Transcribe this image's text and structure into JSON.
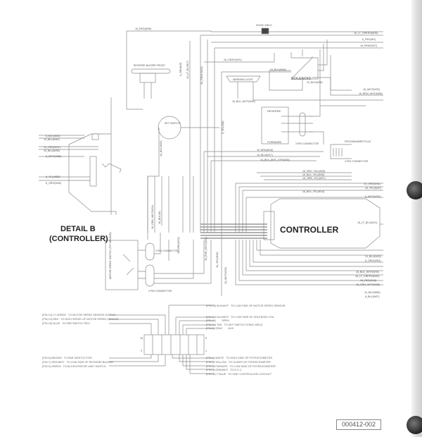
{
  "title": {
    "line1": "DETAIL B",
    "line2": "(CONTROLLER)"
  },
  "reference_number": "000412-002",
  "components": {
    "controller": "CONTROLLER",
    "solenoid": "SOLENOID",
    "warning_light": "WARNING LIGHT",
    "sonic_weld_top": "SONIC WELD",
    "reverse": "REVERSE",
    "forward": "FORWARD",
    "three_pin_connector": "3 PIN CONNECTOR",
    "programmer_plug": "PROGRAMMER PLUG",
    "four_pin_connector": "4 PIN CONNECTOR",
    "reverse_buzzer": "REVERSE BUZZER FRONT",
    "key_switch": "KEY SWITCH",
    "motor_speed_sensor": "MOTOR SPEED SWITCH (ITS SENSOR)",
    "two_pin_connector": "2 PIN CONNECTOR",
    "three_pin_connector_lower": "3 PIN CONNECTOR"
  },
  "wire_labels": {
    "top_left": "16_RED(W36)",
    "top_right": [
      "16_LT_GREEN(W35)",
      "6_RED(W1)",
      "16_PINK(W37)"
    ],
    "gray_wire": "16_GRAY(W31)",
    "solenoid_left": "10_BLK(W36)",
    "solenoid_right": "10_BLK(W35)",
    "right_mid": [
      "16_WHT(W32)",
      "16_BRN_WHT(W38)"
    ],
    "blk_wht": "16_BLK_WHT(W30)",
    "brn": "16_BRN(W16)",
    "blu": "16_BLU(W17)",
    "blk_wht_stp": "16_BLK_WHT_STP(W28)",
    "vertical_orange": "6_ORANGE",
    "vertical_lt_blue": "16_LT_BLUE(T)",
    "vertical_yel": "6_YEL(W8)",
    "vertical_gray": "16_GRAY(W23)",
    "vertical_blk": "16_BLK(W20)",
    "controller_inputs": [
      "16_RED_YEL(W25)",
      "16_BLK_YEL(W26)",
      "16_GRN_YEL(W27)"
    ],
    "blk_yel": "16_BLK_YEL(W14)",
    "right_controller": [
      "10_ORG(W51)",
      "16_YEL(W10)",
      "8_WHT(W52)",
      "16_LT_BLU(W11)",
      "10_BLU(W53)",
      "8_ORG(W54)",
      "16_BLK_WHT(W39)",
      "16_LT_GREEN(W40)",
      "16_RED(W18)",
      "16_GRN_WHT(W28)",
      "10_BLK(W56)",
      "8_BLK(W57)"
    ],
    "left_detail": [
      "6_BLK(W50)",
      "10_BLK(W49)",
      "10_ORG(W47)",
      "10_BLU(W55)",
      "6_WHT(W56)",
      "6_YEL(W58)",
      "6_ORG(W59)"
    ],
    "lower_vertical": [
      "16_GRN_WHT(W34)",
      "16_BLK(W)",
      "16_GRN(W22)",
      "16_PUR_WHT(W29)",
      "16_YEL(W19)",
      "16_WHT(W25)",
      "16_ORG(W21)"
    ]
  },
  "pinout_left": [
    {
      "pin": "(PIN 14) LT GREEN",
      "desc": "TO MOTOR SPEED SENSOR OUTPUT"
    },
    {
      "pin": "(PIN 13) RED",
      "desc": "TO HIGH SPEED OF MOTOR SPEED SENSOR"
    },
    {
      "pin": "(PIN 16) BLUE",
      "desc": "TO PAR SWITCH 'REV'"
    },
    {
      "pin": "(PIN 6) BROWN",
      "desc": "TO PAR SWITCH 'FOR'"
    },
    {
      "pin": "(PIN 7) ORG/WHT",
      "desc": "TO LOW SIDE OF REVERSE BUZZER"
    },
    {
      "pin": "(PIN 9) GREEN",
      "desc": "TO ACCELERATOR LIMIT SWITCH"
    }
  ],
  "pinout_right": [
    {
      "pin": "(PIN 15) BLK/WHT",
      "desc": "TO LOW SIDE OF MOTOR SPEED SENSOR"
    },
    {
      "pin": "(PIN 12) BLU/WHT",
      "desc": "TO LOW SIDE OF SOLENOID COIL"
    },
    {
      "pin": "(PIN 11)",
      "desc": "OPEN"
    },
    {
      "pin": "(PIN 10) TAN",
      "desc": "TO KEY SWITCH SONIC WELD"
    },
    {
      "pin": "(PIN 8) GRAY",
      "desc": "AUX"
    },
    {
      "pin": "(PIN 1) WHITE",
      "desc": "TO HIGH SIDE OF POTENTIOMETER"
    },
    {
      "pin": "(PIN 2) YELLOW",
      "desc": "TO SLIDER OF POTENTIOMETER"
    },
    {
      "pin": "(PIN 3) PUR/WHT",
      "desc": "TO LOW SIDE OF POTENTIOMETER"
    },
    {
      "pin": "(PIN 4) GRN/WHT",
      "desc": "TO E.C.C."
    },
    {
      "pin": "(PIN 5) LT BLUE",
      "desc": "TO ONE 'CONTROLLER LOCKOUT'"
    }
  ],
  "connector_pin_marks": {
    "left_top": "16",
    "left_bottom": "9",
    "right_top": "8",
    "right_bottom": "1"
  },
  "colors": {
    "line": "#777777",
    "text": "#333333",
    "background": "#ffffff"
  }
}
